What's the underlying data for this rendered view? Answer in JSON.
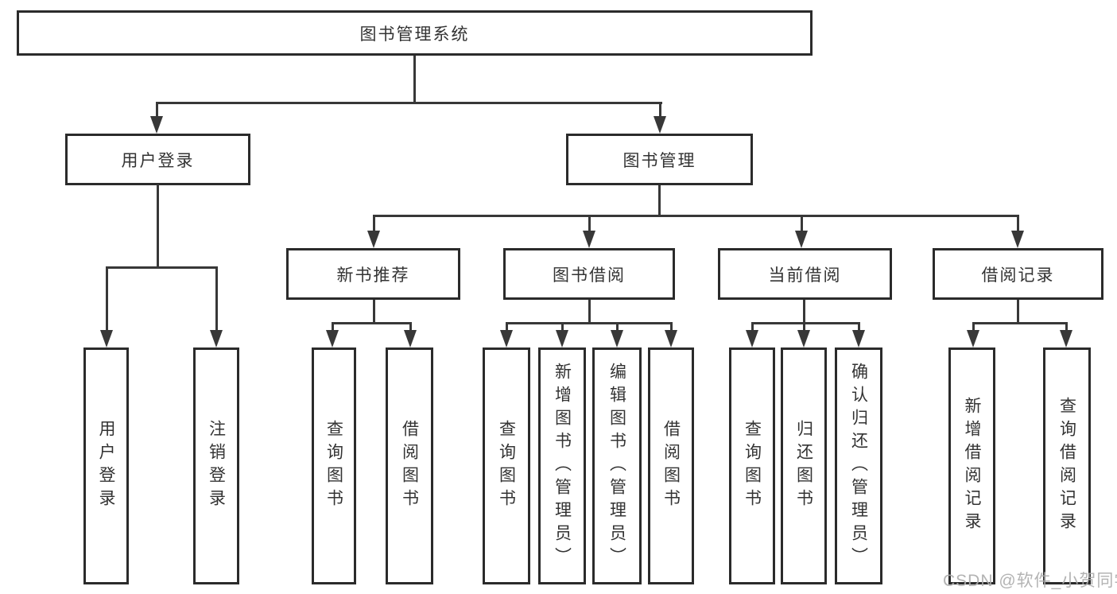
{
  "diagram_type": "hierarchy-tree",
  "colors": {
    "background": "#ffffff",
    "box_border": "#2b2b2b",
    "connector_line": "#383838",
    "text": "#333333",
    "watermark_text": "#acacac"
  },
  "tree": {
    "label": "图书管理系统",
    "children": [
      {
        "label": "用户登录",
        "children": [
          {
            "label": "用户登录"
          },
          {
            "label": "注销登录"
          }
        ]
      },
      {
        "label": "图书管理",
        "children": [
          {
            "label": "新书推荐",
            "children": [
              {
                "label": "查询图书"
              },
              {
                "label": "借阅图书"
              }
            ]
          },
          {
            "label": "图书借阅",
            "children": [
              {
                "label": "查询图书"
              },
              {
                "label": "新增图书（管理员）"
              },
              {
                "label": "编辑图书（管理员）"
              },
              {
                "label": "借阅图书"
              }
            ]
          },
          {
            "label": "当前借阅",
            "children": [
              {
                "label": "查询图书"
              },
              {
                "label": "归还图书"
              },
              {
                "label": "确认归还（管理员）"
              }
            ]
          },
          {
            "label": "借阅记录",
            "children": [
              {
                "label": "新增借阅记录"
              },
              {
                "label": "查询借阅记录"
              }
            ]
          }
        ]
      }
    ]
  },
  "watermark": {
    "text": "CSDN @软件_小贺同学"
  }
}
